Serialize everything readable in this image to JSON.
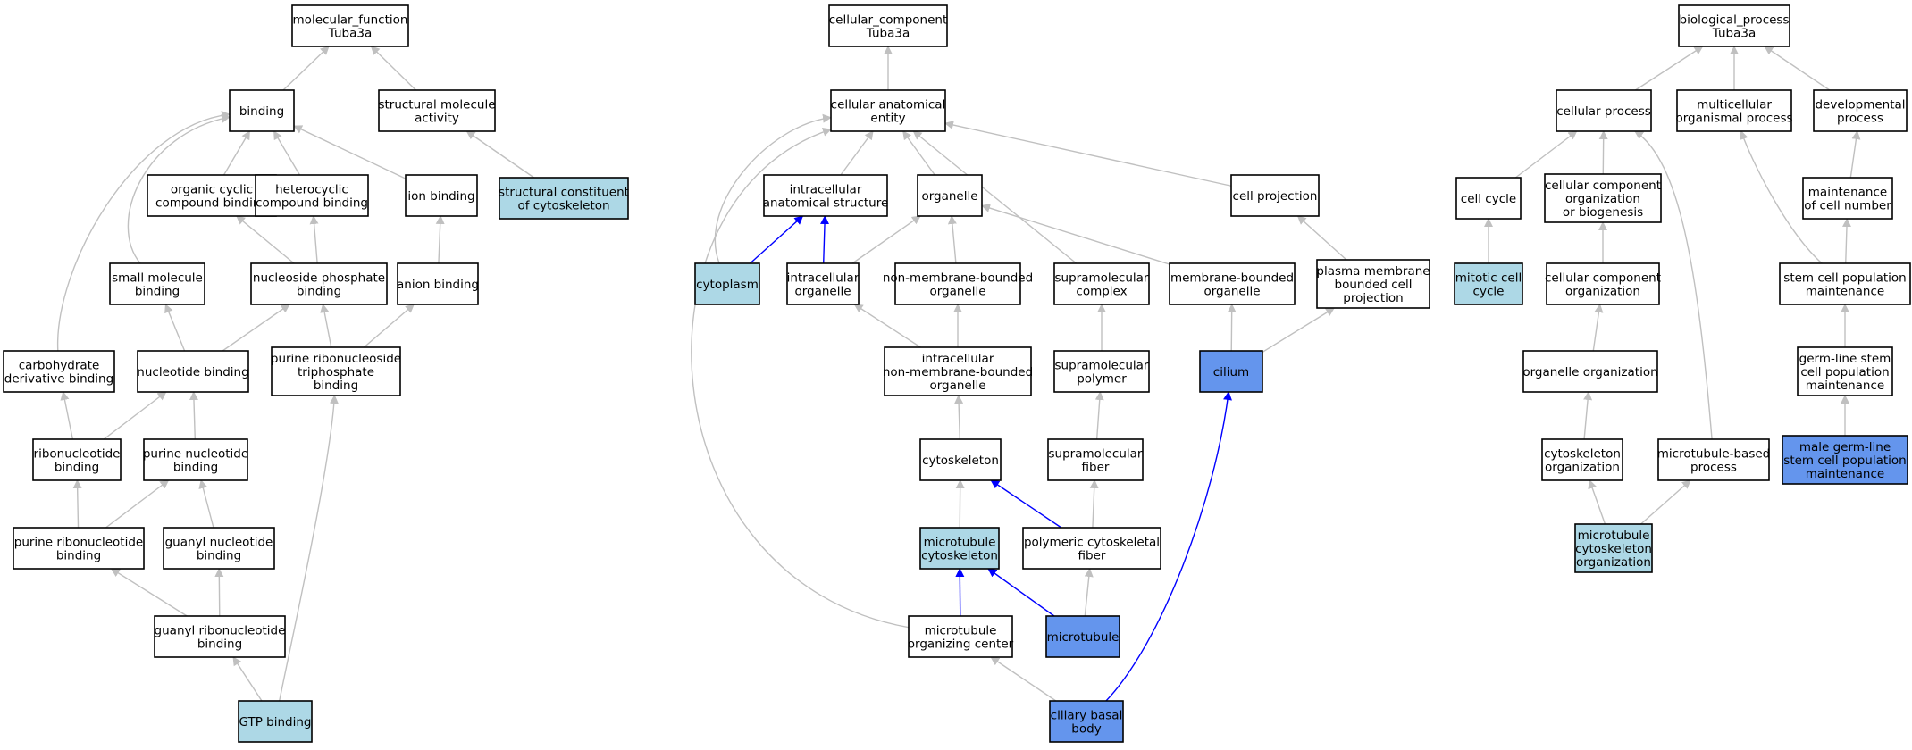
{
  "colors": {
    "node_default": "#ffffff",
    "node_light": "#add8e6",
    "node_dark": "#6495ed",
    "edge_gray": "#c0c0c0",
    "edge_blue": "#0000ff"
  },
  "nodes": [
    {
      "id": "mf_root",
      "lines": [
        "molecular_function",
        "Tuba3a"
      ],
      "fill": "default"
    },
    {
      "id": "binding",
      "lines": [
        "binding"
      ],
      "fill": "default"
    },
    {
      "id": "struct_mol_act",
      "lines": [
        "structural molecule",
        "activity"
      ],
      "fill": "default"
    },
    {
      "id": "org_cyclic",
      "lines": [
        "organic cyclic",
        "compound binding"
      ],
      "fill": "default"
    },
    {
      "id": "hetero",
      "lines": [
        "heterocyclic",
        "compound binding"
      ],
      "fill": "default"
    },
    {
      "id": "ion_binding",
      "lines": [
        "ion binding"
      ],
      "fill": "default"
    },
    {
      "id": "struct_cyto",
      "lines": [
        "structural constituent",
        "of cytoskeleton"
      ],
      "fill": "light"
    },
    {
      "id": "small_mol",
      "lines": [
        "small molecule",
        "binding"
      ],
      "fill": "default"
    },
    {
      "id": "nucleoside_phos",
      "lines": [
        "nucleoside phosphate",
        "binding"
      ],
      "fill": "default"
    },
    {
      "id": "anion_binding",
      "lines": [
        "anion binding"
      ],
      "fill": "default"
    },
    {
      "id": "carb_deriv",
      "lines": [
        "carbohydrate",
        "derivative binding"
      ],
      "fill": "default"
    },
    {
      "id": "nucleotide",
      "lines": [
        "nucleotide binding"
      ],
      "fill": "default"
    },
    {
      "id": "purine_ribo_tri",
      "lines": [
        "purine ribonucleoside",
        "triphosphate",
        "binding"
      ],
      "fill": "default"
    },
    {
      "id": "ribonucleotide",
      "lines": [
        "ribonucleotide",
        "binding"
      ],
      "fill": "default"
    },
    {
      "id": "purine_nuc",
      "lines": [
        "purine nucleotide",
        "binding"
      ],
      "fill": "default"
    },
    {
      "id": "purine_ribonuc",
      "lines": [
        "purine ribonucleotide",
        "binding"
      ],
      "fill": "default"
    },
    {
      "id": "guanyl_nuc",
      "lines": [
        "guanyl nucleotide",
        "binding"
      ],
      "fill": "default"
    },
    {
      "id": "guanyl_ribo",
      "lines": [
        "guanyl ribonucleotide",
        "binding"
      ],
      "fill": "default"
    },
    {
      "id": "gtp",
      "lines": [
        "GTP binding"
      ],
      "fill": "light"
    },
    {
      "id": "cc_root",
      "lines": [
        "cellular_component",
        "Tuba3a"
      ],
      "fill": "default"
    },
    {
      "id": "cae",
      "lines": [
        "cellular anatomical",
        "entity"
      ],
      "fill": "default"
    },
    {
      "id": "ias",
      "lines": [
        "intracellular",
        "anatomical structure"
      ],
      "fill": "default"
    },
    {
      "id": "organelle",
      "lines": [
        "organelle"
      ],
      "fill": "default"
    },
    {
      "id": "cell_proj",
      "lines": [
        "cell projection"
      ],
      "fill": "default"
    },
    {
      "id": "cytoplasm",
      "lines": [
        "cytoplasm"
      ],
      "fill": "light"
    },
    {
      "id": "ic_org",
      "lines": [
        "intracellular",
        "organelle"
      ],
      "fill": "default"
    },
    {
      "id": "nmbo",
      "lines": [
        "non-membrane-bounded",
        "organelle"
      ],
      "fill": "default"
    },
    {
      "id": "supra_complex",
      "lines": [
        "supramolecular",
        "complex"
      ],
      "fill": "default"
    },
    {
      "id": "mbo",
      "lines": [
        "membrane-bounded",
        "organelle"
      ],
      "fill": "default"
    },
    {
      "id": "pm_proj",
      "lines": [
        "plasma membrane",
        "bounded cell",
        "projection"
      ],
      "fill": "default"
    },
    {
      "id": "ic_nmbo",
      "lines": [
        "intracellular",
        "non-membrane-bounded",
        "organelle"
      ],
      "fill": "default"
    },
    {
      "id": "supra_polymer",
      "lines": [
        "supramolecular",
        "polymer"
      ],
      "fill": "default"
    },
    {
      "id": "cilium",
      "lines": [
        "cilium"
      ],
      "fill": "dark"
    },
    {
      "id": "cytoskeleton",
      "lines": [
        "cytoskeleton"
      ],
      "fill": "default"
    },
    {
      "id": "supra_fiber",
      "lines": [
        "supramolecular",
        "fiber"
      ],
      "fill": "default"
    },
    {
      "id": "mt_cyto",
      "lines": [
        "microtubule",
        "cytoskeleton"
      ],
      "fill": "light"
    },
    {
      "id": "poly_cyto_fiber",
      "lines": [
        "polymeric cytoskeletal",
        "fiber"
      ],
      "fill": "default"
    },
    {
      "id": "mtoc",
      "lines": [
        "microtubule",
        "organizing center"
      ],
      "fill": "default"
    },
    {
      "id": "microtubule",
      "lines": [
        "microtubule"
      ],
      "fill": "dark"
    },
    {
      "id": "basal_body",
      "lines": [
        "ciliary basal",
        "body"
      ],
      "fill": "dark"
    },
    {
      "id": "bp_root",
      "lines": [
        "biological_process",
        "Tuba3a"
      ],
      "fill": "default"
    },
    {
      "id": "cell_proc",
      "lines": [
        "cellular process"
      ],
      "fill": "default"
    },
    {
      "id": "multi_proc",
      "lines": [
        "multicellular",
        "organismal process"
      ],
      "fill": "default"
    },
    {
      "id": "dev_proc",
      "lines": [
        "developmental",
        "process"
      ],
      "fill": "default"
    },
    {
      "id": "cell_cycle",
      "lines": [
        "cell cycle"
      ],
      "fill": "default"
    },
    {
      "id": "ccob",
      "lines": [
        "cellular component",
        "organization",
        "or biogenesis"
      ],
      "fill": "default"
    },
    {
      "id": "maint_cell_num",
      "lines": [
        "maintenance",
        "of cell number"
      ],
      "fill": "default"
    },
    {
      "id": "mitotic",
      "lines": [
        "mitotic cell",
        "cycle"
      ],
      "fill": "light"
    },
    {
      "id": "cco",
      "lines": [
        "cellular component",
        "organization"
      ],
      "fill": "default"
    },
    {
      "id": "stem_maint",
      "lines": [
        "stem cell population",
        "maintenance"
      ],
      "fill": "default"
    },
    {
      "id": "org_org",
      "lines": [
        "organelle organization"
      ],
      "fill": "default"
    },
    {
      "id": "germ_stem",
      "lines": [
        "germ-line stem",
        "cell population",
        "maintenance"
      ],
      "fill": "default"
    },
    {
      "id": "cyto_org",
      "lines": [
        "cytoskeleton",
        "organization"
      ],
      "fill": "default"
    },
    {
      "id": "mt_proc",
      "lines": [
        "microtubule-based",
        "process"
      ],
      "fill": "default"
    },
    {
      "id": "male_germ",
      "lines": [
        "male germ-line",
        "stem cell population",
        "maintenance"
      ],
      "fill": "dark"
    },
    {
      "id": "mt_cyto_org",
      "lines": [
        "microtubule",
        "cytoskeleton",
        "organization"
      ],
      "fill": "light"
    }
  ],
  "edges": [
    {
      "from": "binding",
      "to": "mf_root",
      "color": "gray"
    },
    {
      "from": "struct_mol_act",
      "to": "mf_root",
      "color": "gray"
    },
    {
      "from": "struct_cyto",
      "to": "struct_mol_act",
      "color": "gray"
    },
    {
      "from": "org_cyclic",
      "to": "binding",
      "color": "gray"
    },
    {
      "from": "hetero",
      "to": "binding",
      "color": "gray"
    },
    {
      "from": "ion_binding",
      "to": "binding",
      "color": "gray"
    },
    {
      "from": "small_mol",
      "to": "binding",
      "color": "gray"
    },
    {
      "from": "carb_deriv",
      "to": "binding",
      "color": "gray"
    },
    {
      "from": "nucleoside_phos",
      "to": "org_cyclic",
      "color": "gray"
    },
    {
      "from": "nucleoside_phos",
      "to": "hetero",
      "color": "gray"
    },
    {
      "from": "anion_binding",
      "to": "ion_binding",
      "color": "gray"
    },
    {
      "from": "nucleotide",
      "to": "small_mol",
      "color": "gray"
    },
    {
      "from": "nucleotide",
      "to": "nucleoside_phos",
      "color": "gray"
    },
    {
      "from": "purine_ribo_tri",
      "to": "nucleoside_phos",
      "color": "gray"
    },
    {
      "from": "purine_ribo_tri",
      "to": "anion_binding",
      "color": "gray"
    },
    {
      "from": "ribonucleotide",
      "to": "carb_deriv",
      "color": "gray"
    },
    {
      "from": "ribonucleotide",
      "to": "nucleotide",
      "color": "gray"
    },
    {
      "from": "purine_nuc",
      "to": "nucleotide",
      "color": "gray"
    },
    {
      "from": "purine_ribonuc",
      "to": "ribonucleotide",
      "color": "gray"
    },
    {
      "from": "purine_ribonuc",
      "to": "purine_nuc",
      "color": "gray"
    },
    {
      "from": "guanyl_nuc",
      "to": "purine_nuc",
      "color": "gray"
    },
    {
      "from": "guanyl_ribo",
      "to": "purine_ribonuc",
      "color": "gray"
    },
    {
      "from": "guanyl_ribo",
      "to": "guanyl_nuc",
      "color": "gray"
    },
    {
      "from": "gtp",
      "to": "guanyl_ribo",
      "color": "gray"
    },
    {
      "from": "gtp",
      "to": "purine_ribo_tri",
      "color": "gray"
    },
    {
      "from": "cae",
      "to": "cc_root",
      "color": "gray"
    },
    {
      "from": "ias",
      "to": "cae",
      "color": "gray"
    },
    {
      "from": "organelle",
      "to": "cae",
      "color": "gray"
    },
    {
      "from": "cell_proj",
      "to": "cae",
      "color": "gray"
    },
    {
      "from": "cytoplasm",
      "to": "cae",
      "color": "gray"
    },
    {
      "from": "supra_complex",
      "to": "cae",
      "color": "gray"
    },
    {
      "from": "mtoc",
      "to": "cae",
      "color": "gray"
    },
    {
      "from": "cytoplasm",
      "to": "ias",
      "color": "blue"
    },
    {
      "from": "ic_org",
      "to": "ias",
      "color": "blue"
    },
    {
      "from": "ic_org",
      "to": "organelle",
      "color": "gray"
    },
    {
      "from": "nmbo",
      "to": "organelle",
      "color": "gray"
    },
    {
      "from": "mbo",
      "to": "organelle",
      "color": "gray"
    },
    {
      "from": "pm_proj",
      "to": "cell_proj",
      "color": "gray"
    },
    {
      "from": "ic_nmbo",
      "to": "ic_org",
      "color": "gray"
    },
    {
      "from": "ic_nmbo",
      "to": "nmbo",
      "color": "gray"
    },
    {
      "from": "supra_polymer",
      "to": "supra_complex",
      "color": "gray"
    },
    {
      "from": "cilium",
      "to": "mbo",
      "color": "gray"
    },
    {
      "from": "cilium",
      "to": "pm_proj",
      "color": "gray"
    },
    {
      "from": "cytoskeleton",
      "to": "ic_nmbo",
      "color": "gray"
    },
    {
      "from": "supra_fiber",
      "to": "supra_polymer",
      "color": "gray"
    },
    {
      "from": "mt_cyto",
      "to": "cytoskeleton",
      "color": "gray"
    },
    {
      "from": "poly_cyto_fiber",
      "to": "cytoskeleton",
      "color": "blue"
    },
    {
      "from": "poly_cyto_fiber",
      "to": "supra_fiber",
      "color": "gray"
    },
    {
      "from": "mtoc",
      "to": "mt_cyto",
      "color": "blue"
    },
    {
      "from": "microtubule",
      "to": "mt_cyto",
      "color": "blue"
    },
    {
      "from": "microtubule",
      "to": "poly_cyto_fiber",
      "color": "gray"
    },
    {
      "from": "basal_body",
      "to": "mtoc",
      "color": "gray"
    },
    {
      "from": "basal_body",
      "to": "cilium",
      "color": "blue"
    },
    {
      "from": "cell_proc",
      "to": "bp_root",
      "color": "gray"
    },
    {
      "from": "multi_proc",
      "to": "bp_root",
      "color": "gray"
    },
    {
      "from": "dev_proc",
      "to": "bp_root",
      "color": "gray"
    },
    {
      "from": "cell_cycle",
      "to": "cell_proc",
      "color": "gray"
    },
    {
      "from": "ccob",
      "to": "cell_proc",
      "color": "gray"
    },
    {
      "from": "mt_proc",
      "to": "cell_proc",
      "color": "gray"
    },
    {
      "from": "mitotic",
      "to": "cell_cycle",
      "color": "gray"
    },
    {
      "from": "cco",
      "to": "ccob",
      "color": "gray"
    },
    {
      "from": "org_org",
      "to": "cco",
      "color": "gray"
    },
    {
      "from": "cyto_org",
      "to": "org_org",
      "color": "gray"
    },
    {
      "from": "mt_cyto_org",
      "to": "cyto_org",
      "color": "gray"
    },
    {
      "from": "mt_cyto_org",
      "to": "mt_proc",
      "color": "gray"
    },
    {
      "from": "maint_cell_num",
      "to": "dev_proc",
      "color": "gray"
    },
    {
      "from": "stem_maint",
      "to": "maint_cell_num",
      "color": "gray"
    },
    {
      "from": "stem_maint",
      "to": "multi_proc",
      "color": "gray"
    },
    {
      "from": "germ_stem",
      "to": "stem_maint",
      "color": "gray"
    },
    {
      "from": "male_germ",
      "to": "germ_stem",
      "color": "gray"
    }
  ]
}
